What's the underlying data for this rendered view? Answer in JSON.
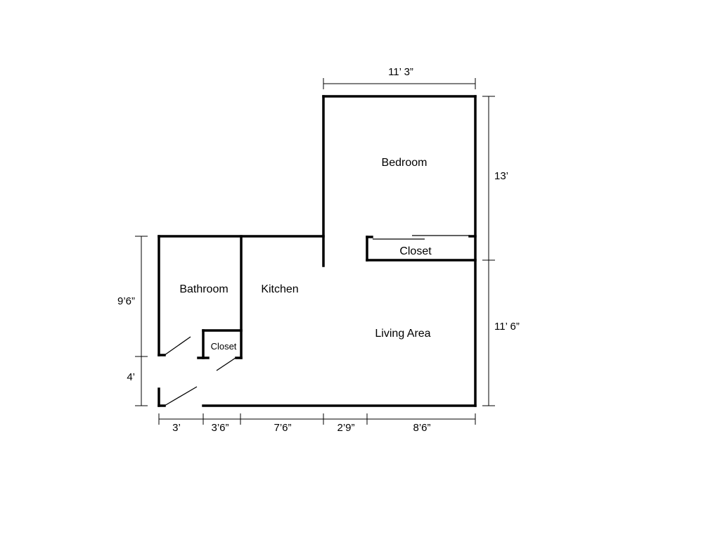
{
  "rooms": {
    "bedroom": "Bedroom",
    "bedroom_closet": "Closet",
    "bathroom": "Bathroom",
    "kitchen": "Kitchen",
    "bathroom_closet": "Closet",
    "living_area": "Living Area"
  },
  "dimensions": {
    "top": "11’ 3”",
    "right_upper": "13’",
    "right_lower": "11’ 6”",
    "left_upper": "9’6”",
    "left_lower": "4’",
    "bottom": [
      "3’",
      "3’6”",
      "7’6”",
      "2’9”",
      "8’6”"
    ]
  }
}
